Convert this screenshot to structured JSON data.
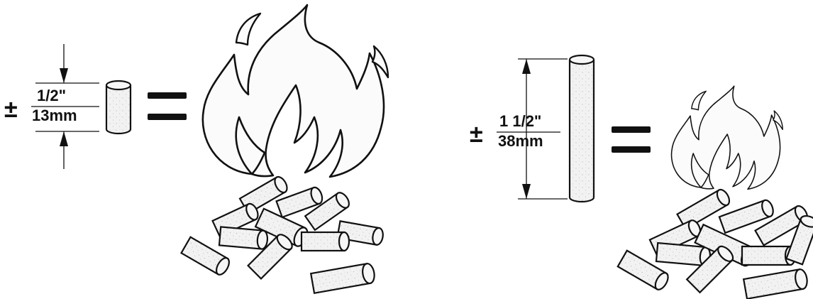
{
  "panels": [
    {
      "plus_minus": "±",
      "imperial": "1/2\"",
      "metric": "13mm",
      "equals": "="
    },
    {
      "plus_minus": "±",
      "imperial": "1 1/2\"",
      "metric": "38mm",
      "equals": "="
    }
  ],
  "colors": {
    "line": "#111111",
    "fill": "#efefef",
    "background": "#ffffff"
  }
}
